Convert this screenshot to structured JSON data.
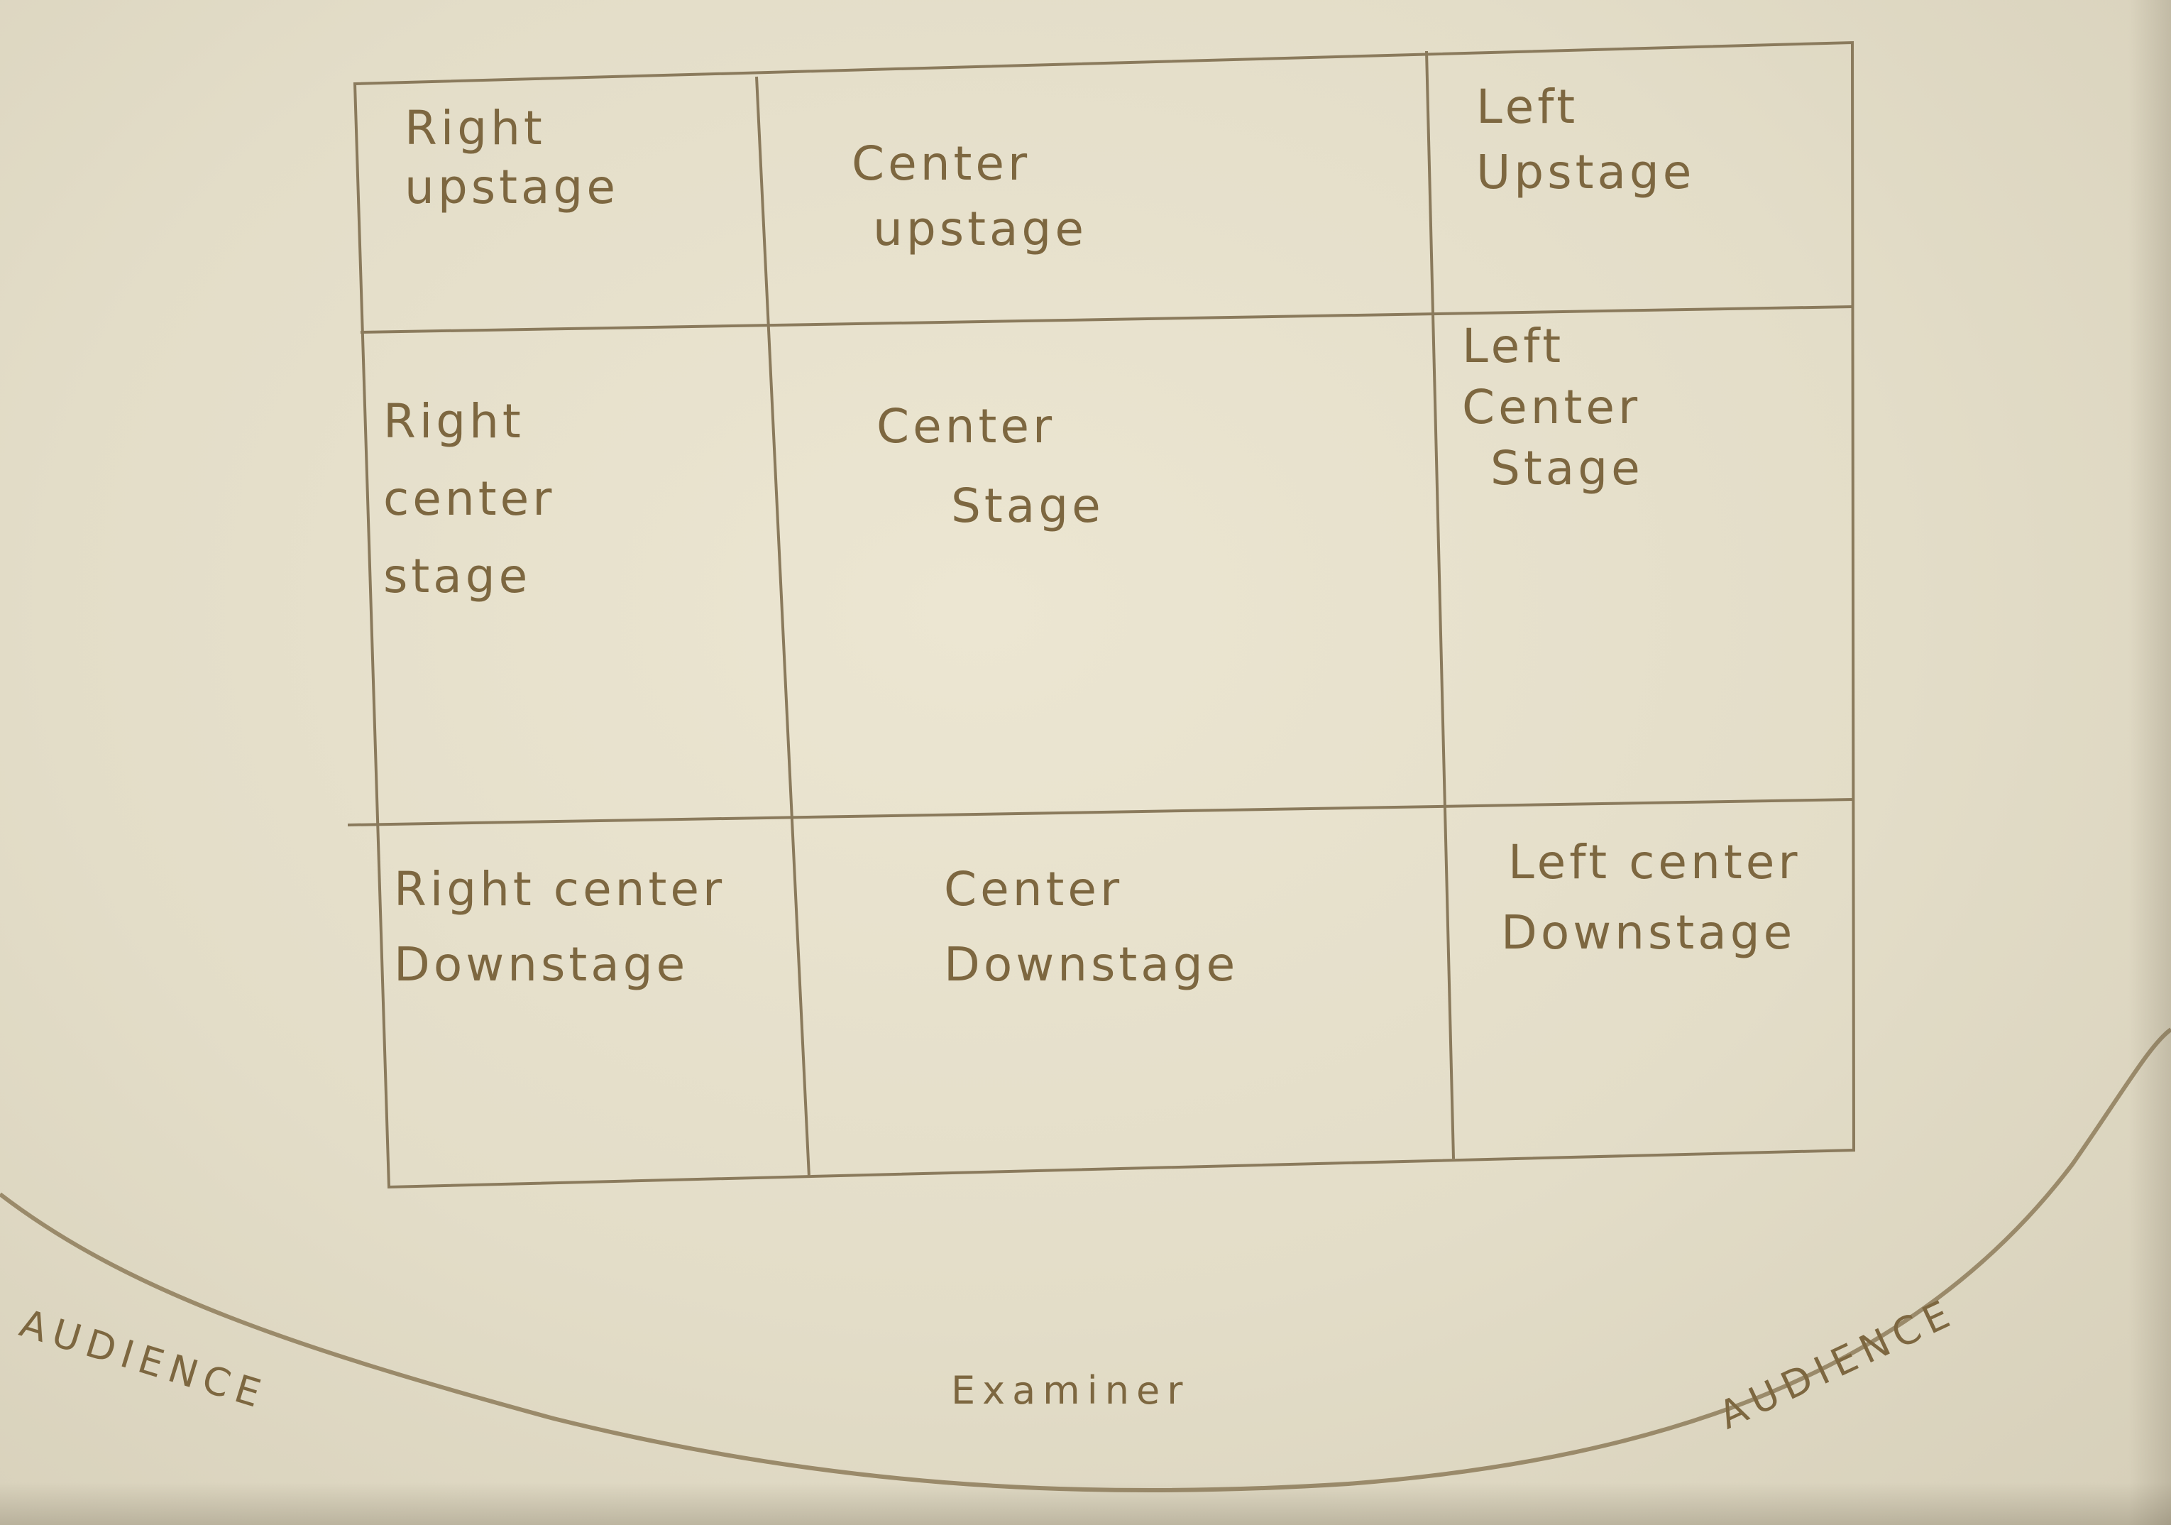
{
  "stage_grid": {
    "upstage_row": {
      "right": [
        "Right",
        "upstage"
      ],
      "center": [
        "Center",
        "upstage"
      ],
      "left": [
        "Left",
        "Upstage"
      ]
    },
    "center_row": {
      "right": [
        "Right",
        "center",
        "stage"
      ],
      "center": [
        "Center",
        "Stage"
      ],
      "left": [
        "Left",
        "Center",
        "Stage"
      ]
    },
    "downstage_row": {
      "right": [
        "Right center",
        "Downstage"
      ],
      "center": [
        "Center",
        "Downstage"
      ],
      "left": [
        "Left center",
        "Downstage"
      ]
    }
  },
  "audience_left": "AUDIENCE",
  "audience_right": "AUDIENCE",
  "examiner": "Examiner",
  "ink_color": "#7d6740",
  "line_color": "#8a7a5c"
}
